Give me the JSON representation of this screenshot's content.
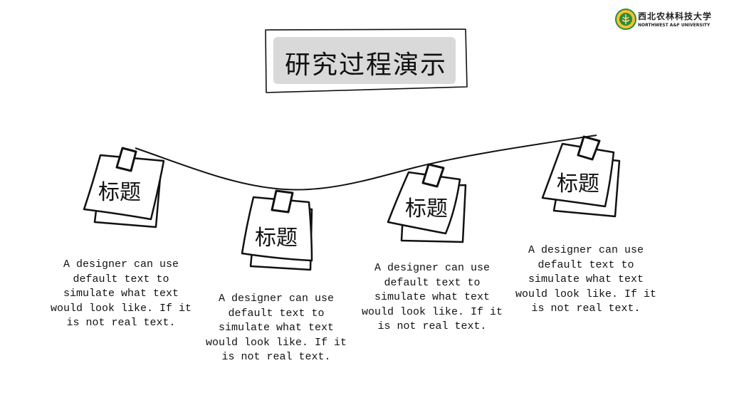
{
  "logo": {
    "name_cn": "西北农林科技大学",
    "name_en": "NORTHWEST A&F UNIVERSITY"
  },
  "title": "研究过程演示",
  "steps": [
    {
      "label": "标题",
      "text": "A designer can use default text to simulate what text would look like. If it is not real text."
    },
    {
      "label": "标题",
      "text": "A designer can use default text to simulate what text would look like. If it is not real text."
    },
    {
      "label": "标题",
      "text": "A designer can use default text to simulate what text would look like. If it is not real text."
    },
    {
      "label": "标题",
      "text": "A designer can use default text to simulate what text would look like. If it is not real text."
    }
  ]
}
